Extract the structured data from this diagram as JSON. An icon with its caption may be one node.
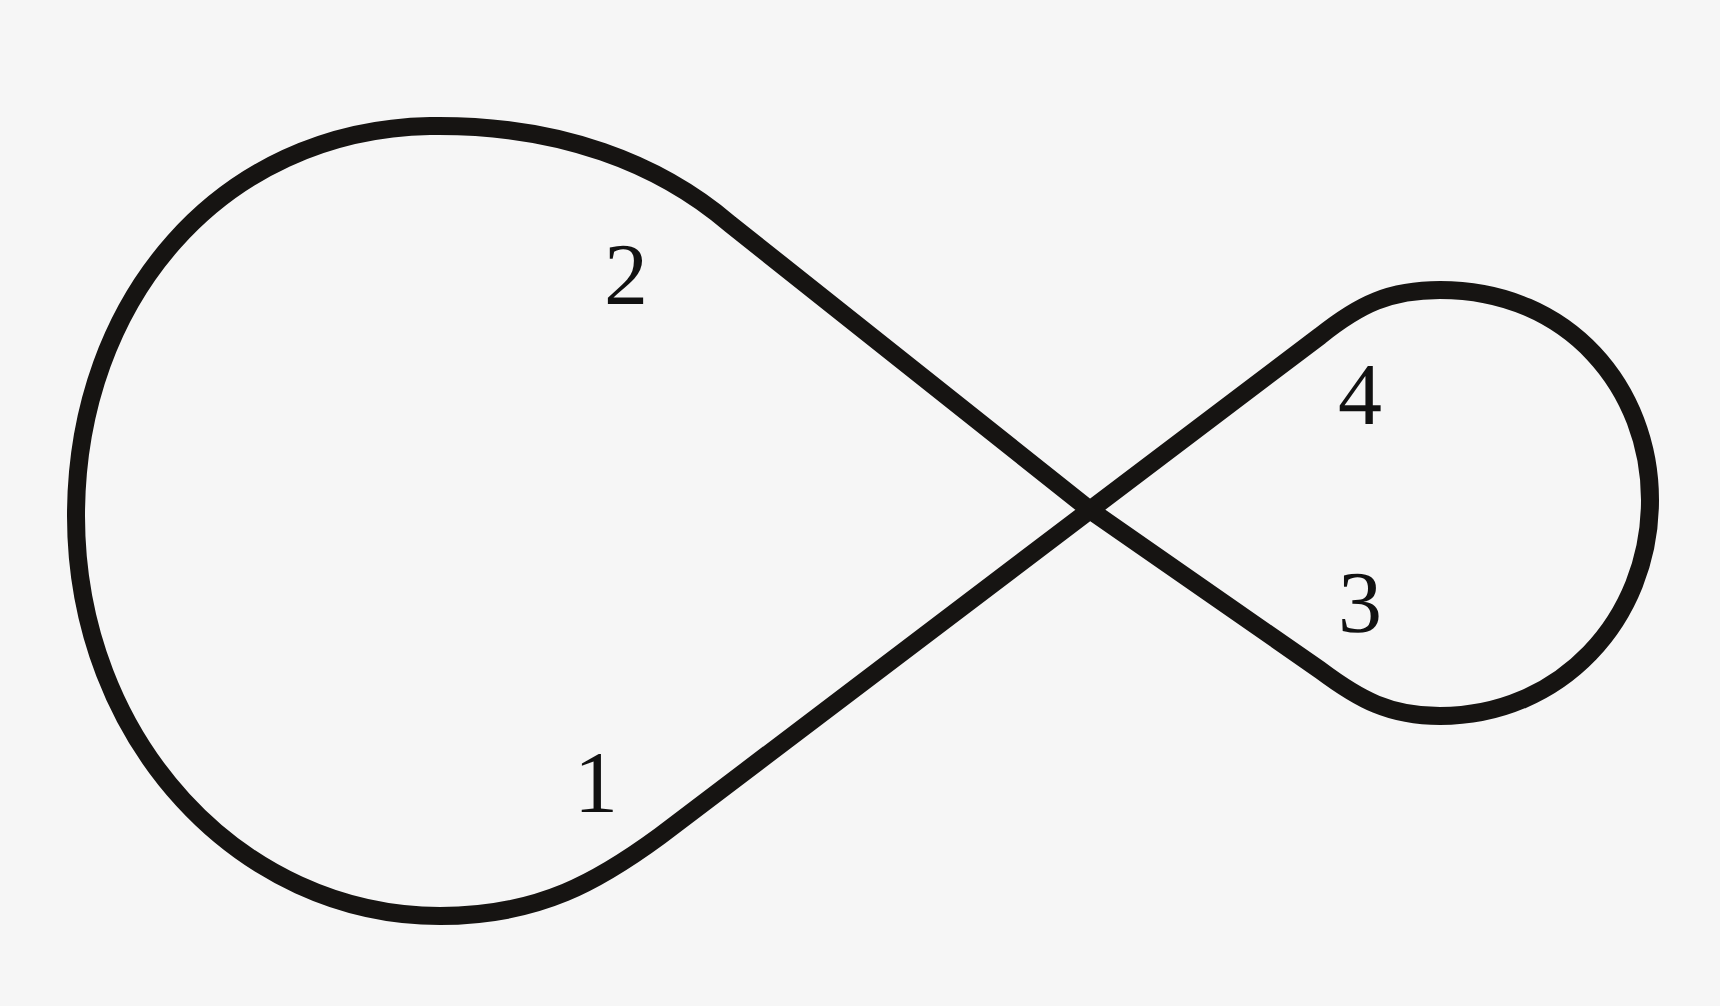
{
  "diagram": {
    "labels": [
      "2",
      "4",
      "3",
      "1"
    ]
  }
}
